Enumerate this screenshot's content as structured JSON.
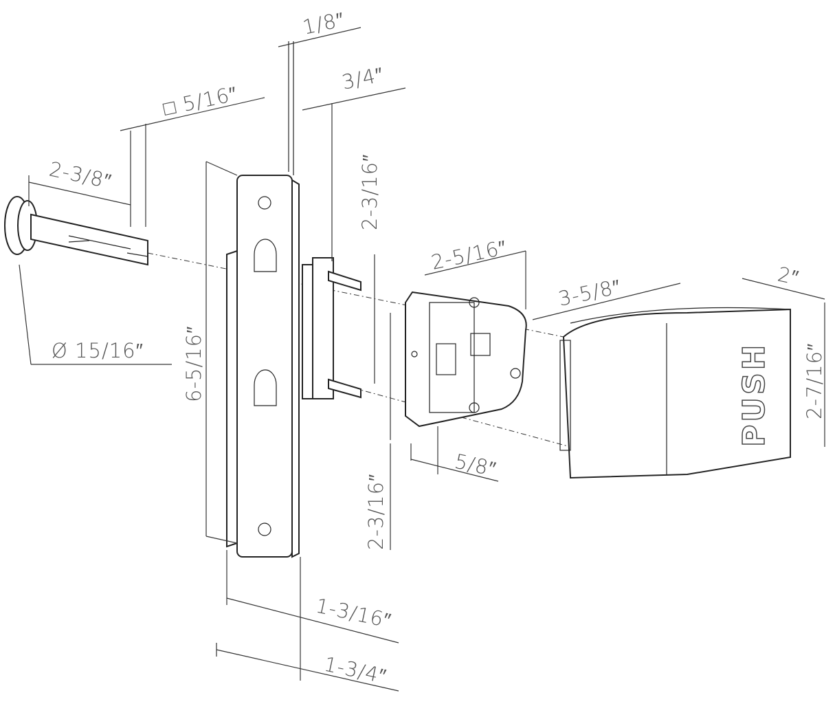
{
  "dimensions": {
    "plate_thickness": "1/8″",
    "latch_depth": "3/4″",
    "square_spindle": "□ 5/16″",
    "spindle_length": "2-3/8″",
    "bolt_spacing_top": "2-3/16″",
    "latch_width": "2-5/16″",
    "handle_length": "3-5/8″",
    "handle_width": "2″",
    "handle_height": "2-7/16″",
    "plate_height": "6-5/16″",
    "knob_diameter": "Ø 15/16″",
    "latch_offset": "5/8″",
    "bolt_spacing_bottom": "2-3/16″",
    "plate_width": "1-3/16″",
    "overall_width": "1-3/4″"
  },
  "handle_label": "PUSH"
}
